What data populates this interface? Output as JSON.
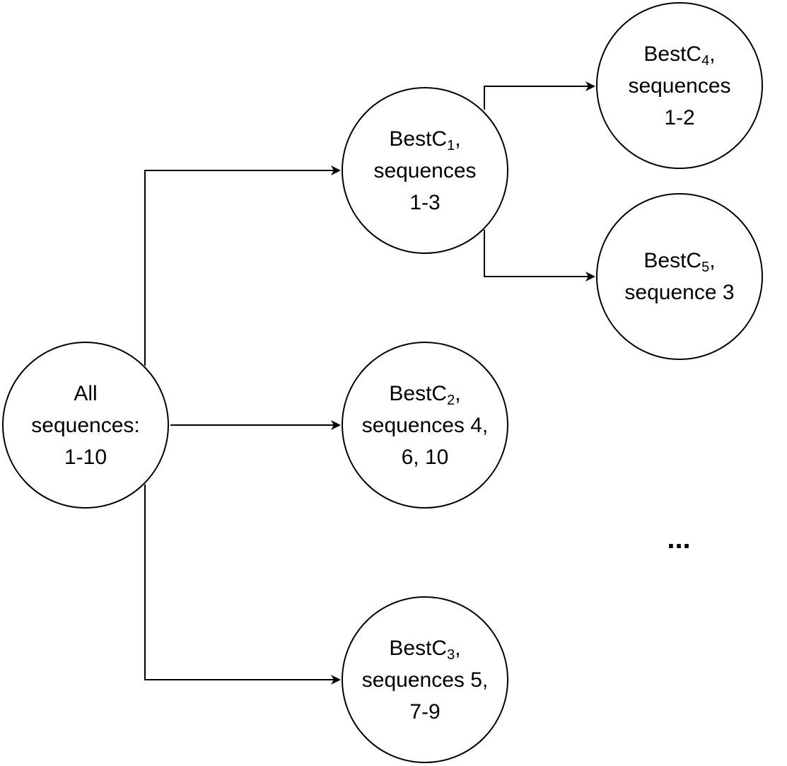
{
  "nodes": {
    "root": {
      "line1": "All",
      "line2": "sequences:",
      "line3": "1-10"
    },
    "c1": {
      "name": "BestC",
      "sub": "1",
      "after": ",",
      "line2": "sequences",
      "line3": "1-3"
    },
    "c2": {
      "name": "BestC",
      "sub": "2",
      "after": ",",
      "line2": "sequences 4,",
      "line3": "6, 10"
    },
    "c3": {
      "name": "BestC",
      "sub": "3",
      "after": ",",
      "line2": "sequences 5,",
      "line3": "7-9"
    },
    "c4": {
      "name": "BestC",
      "sub": "4",
      "after": ",",
      "line2": "sequences",
      "line3": "1-2"
    },
    "c5": {
      "name": "BestC",
      "sub": "5",
      "after": ",",
      "line2": "sequence 3",
      "line3": ""
    }
  },
  "ellipsis": "..."
}
